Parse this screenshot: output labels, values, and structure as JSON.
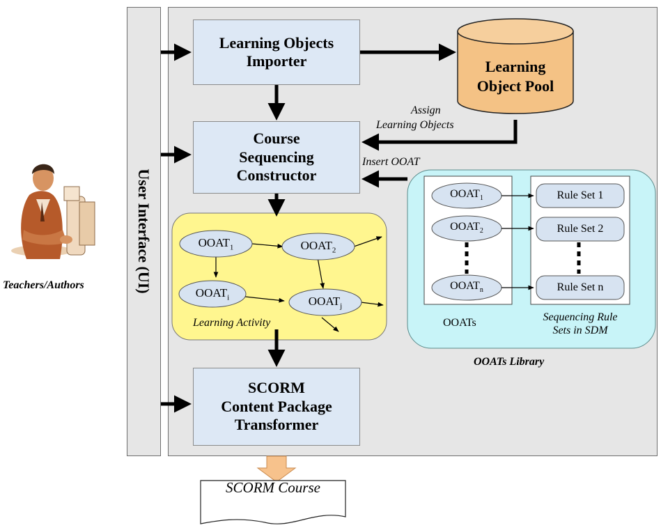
{
  "ui": {
    "label": "User Interface (UI)",
    "teacher_label": "Teachers/Authors"
  },
  "boxes": {
    "importer": [
      "Learning Objects",
      "Importer"
    ],
    "constructor": [
      "Course",
      "Sequencing",
      "Constructor"
    ],
    "transformer": [
      "SCORM",
      "Content Package",
      "Transformer"
    ]
  },
  "pool": {
    "lines": [
      "Learning",
      "Object Pool"
    ]
  },
  "edge_labels": {
    "assign": [
      "Assign",
      "Learning Objects"
    ],
    "insert": "Insert OOAT"
  },
  "activity": {
    "label": "Learning Activity",
    "nodes": [
      {
        "base": "OOAT",
        "sub": "1"
      },
      {
        "base": "OOAT",
        "sub": "2"
      },
      {
        "base": "OOAT",
        "sub": "i"
      },
      {
        "base": "OOAT",
        "sub": "j"
      }
    ]
  },
  "library": {
    "label": "OOATs Library",
    "ooats_label": "OOATs",
    "rules_label": [
      "Sequencing Rule",
      "Sets in SDM"
    ],
    "ooats": [
      {
        "base": "OOAT",
        "sub": "1"
      },
      {
        "base": "OOAT",
        "sub": "2"
      },
      {
        "base": "OOAT",
        "sub": "n"
      }
    ],
    "rules": [
      "Rule Set 1",
      "Rule Set 2",
      "Rule Set n"
    ]
  },
  "output": {
    "label": "SCORM Course"
  },
  "colors": {
    "panel": "#e6e6e6",
    "box_fill": "#dde8f5",
    "activity_fill": "#fff68f",
    "library_fill": "#c8f4f8",
    "pool_fill": "#f4c285",
    "output_arrow": "#f7c28c"
  }
}
